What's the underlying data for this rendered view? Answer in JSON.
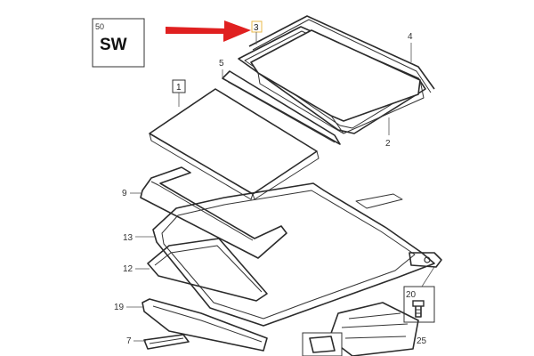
{
  "variant_box": {
    "number": "50",
    "label": "SW"
  },
  "callouts": {
    "c1": "1",
    "c2": "2",
    "c3": "3",
    "c4": "4",
    "c5": "5",
    "c7": "7",
    "c9": "9",
    "c12": "12",
    "c13": "13",
    "c19": "19",
    "c20": "20",
    "c25": "25"
  },
  "colors": {
    "arrow": "#e02020",
    "line": "#2b2b2b",
    "highlight_box": "#e8b84a"
  }
}
